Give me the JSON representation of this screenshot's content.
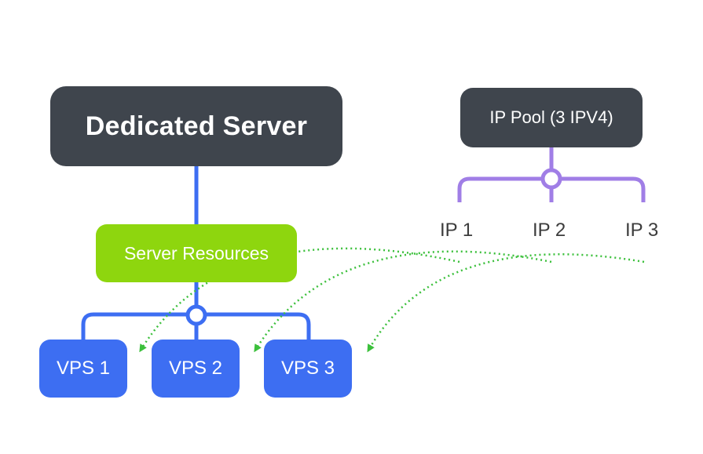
{
  "diagram": {
    "dedicated_server": "Dedicated Server",
    "ip_pool": "IP Pool (3 IPV4)",
    "server_resources": "Server Resources",
    "vps": [
      "VPS 1",
      "VPS 2",
      "VPS 3"
    ],
    "ips": [
      "IP 1",
      "IP 2",
      "IP 3"
    ]
  },
  "colors": {
    "dark_node": "#3f454d",
    "resources_node": "#8ed60e",
    "vps_node": "#3d6ef2",
    "blue_connector": "#3d6ef2",
    "purple_connector": "#a07ee6",
    "green_dotted_arrow": "#3cc03c"
  }
}
